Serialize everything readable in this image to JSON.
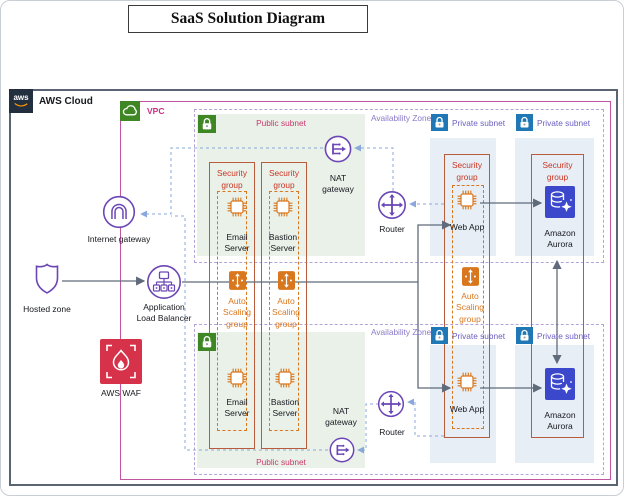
{
  "title": "SaaS Solution Diagram",
  "header": {
    "aws_logo": "aws",
    "cloud_label": "AWS Cloud"
  },
  "vpc": {
    "label": "VPC"
  },
  "zones": {
    "az_label": "Availability Zone"
  },
  "subnets": {
    "public": "Public subnet",
    "private": "Private subnet"
  },
  "groups": {
    "security_line1": "Security",
    "security_line2": "group",
    "autoscaling_line1": "Auto",
    "autoscaling_line2": "Scaling",
    "autoscaling_line3": "group"
  },
  "nodes": {
    "internet_gateway": "Internet gateway",
    "hosted_zone": "Hosted zone",
    "alb_line1": "Application",
    "alb_line2": "Load Balancer",
    "waf": "AWS WAF",
    "nat_line1": "NAT",
    "nat_line2": "gateway",
    "router": "Router",
    "email_line1": "Email",
    "email_line2": "Server",
    "bastion_line1": "Bastion",
    "bastion_line2": "Server",
    "web_app": "Web App",
    "aurora_line1": "Amazon",
    "aurora_line2": "Aurora"
  },
  "colors": {
    "vpc_border": "#c0569f",
    "vpc_label": "#cb2e81",
    "az_dash": "#b3a5d9",
    "az_label": "#8a7ac9",
    "public_fill": "#e9f1e9",
    "public_label": "#c9376d",
    "public_lock": "#3f8624",
    "private_fill": "#e7eef5",
    "private_label": "#6a5ec2",
    "private_lock": "#1f78b5",
    "security_group_border": "#b85c3c",
    "security_group_label": "#cc3322",
    "autoscaling_orange": "#d9771e",
    "purple_icon": "#6b46b5",
    "waf_red": "#d6324a",
    "aurora_blue": "#3b48cc",
    "arrow_gray": "#5f6b7a",
    "dashed_blue": "#8aa8dc",
    "aws_border": "#5a6472",
    "aws_badge": "#232f3e",
    "aws_smile": "#ff9900"
  }
}
